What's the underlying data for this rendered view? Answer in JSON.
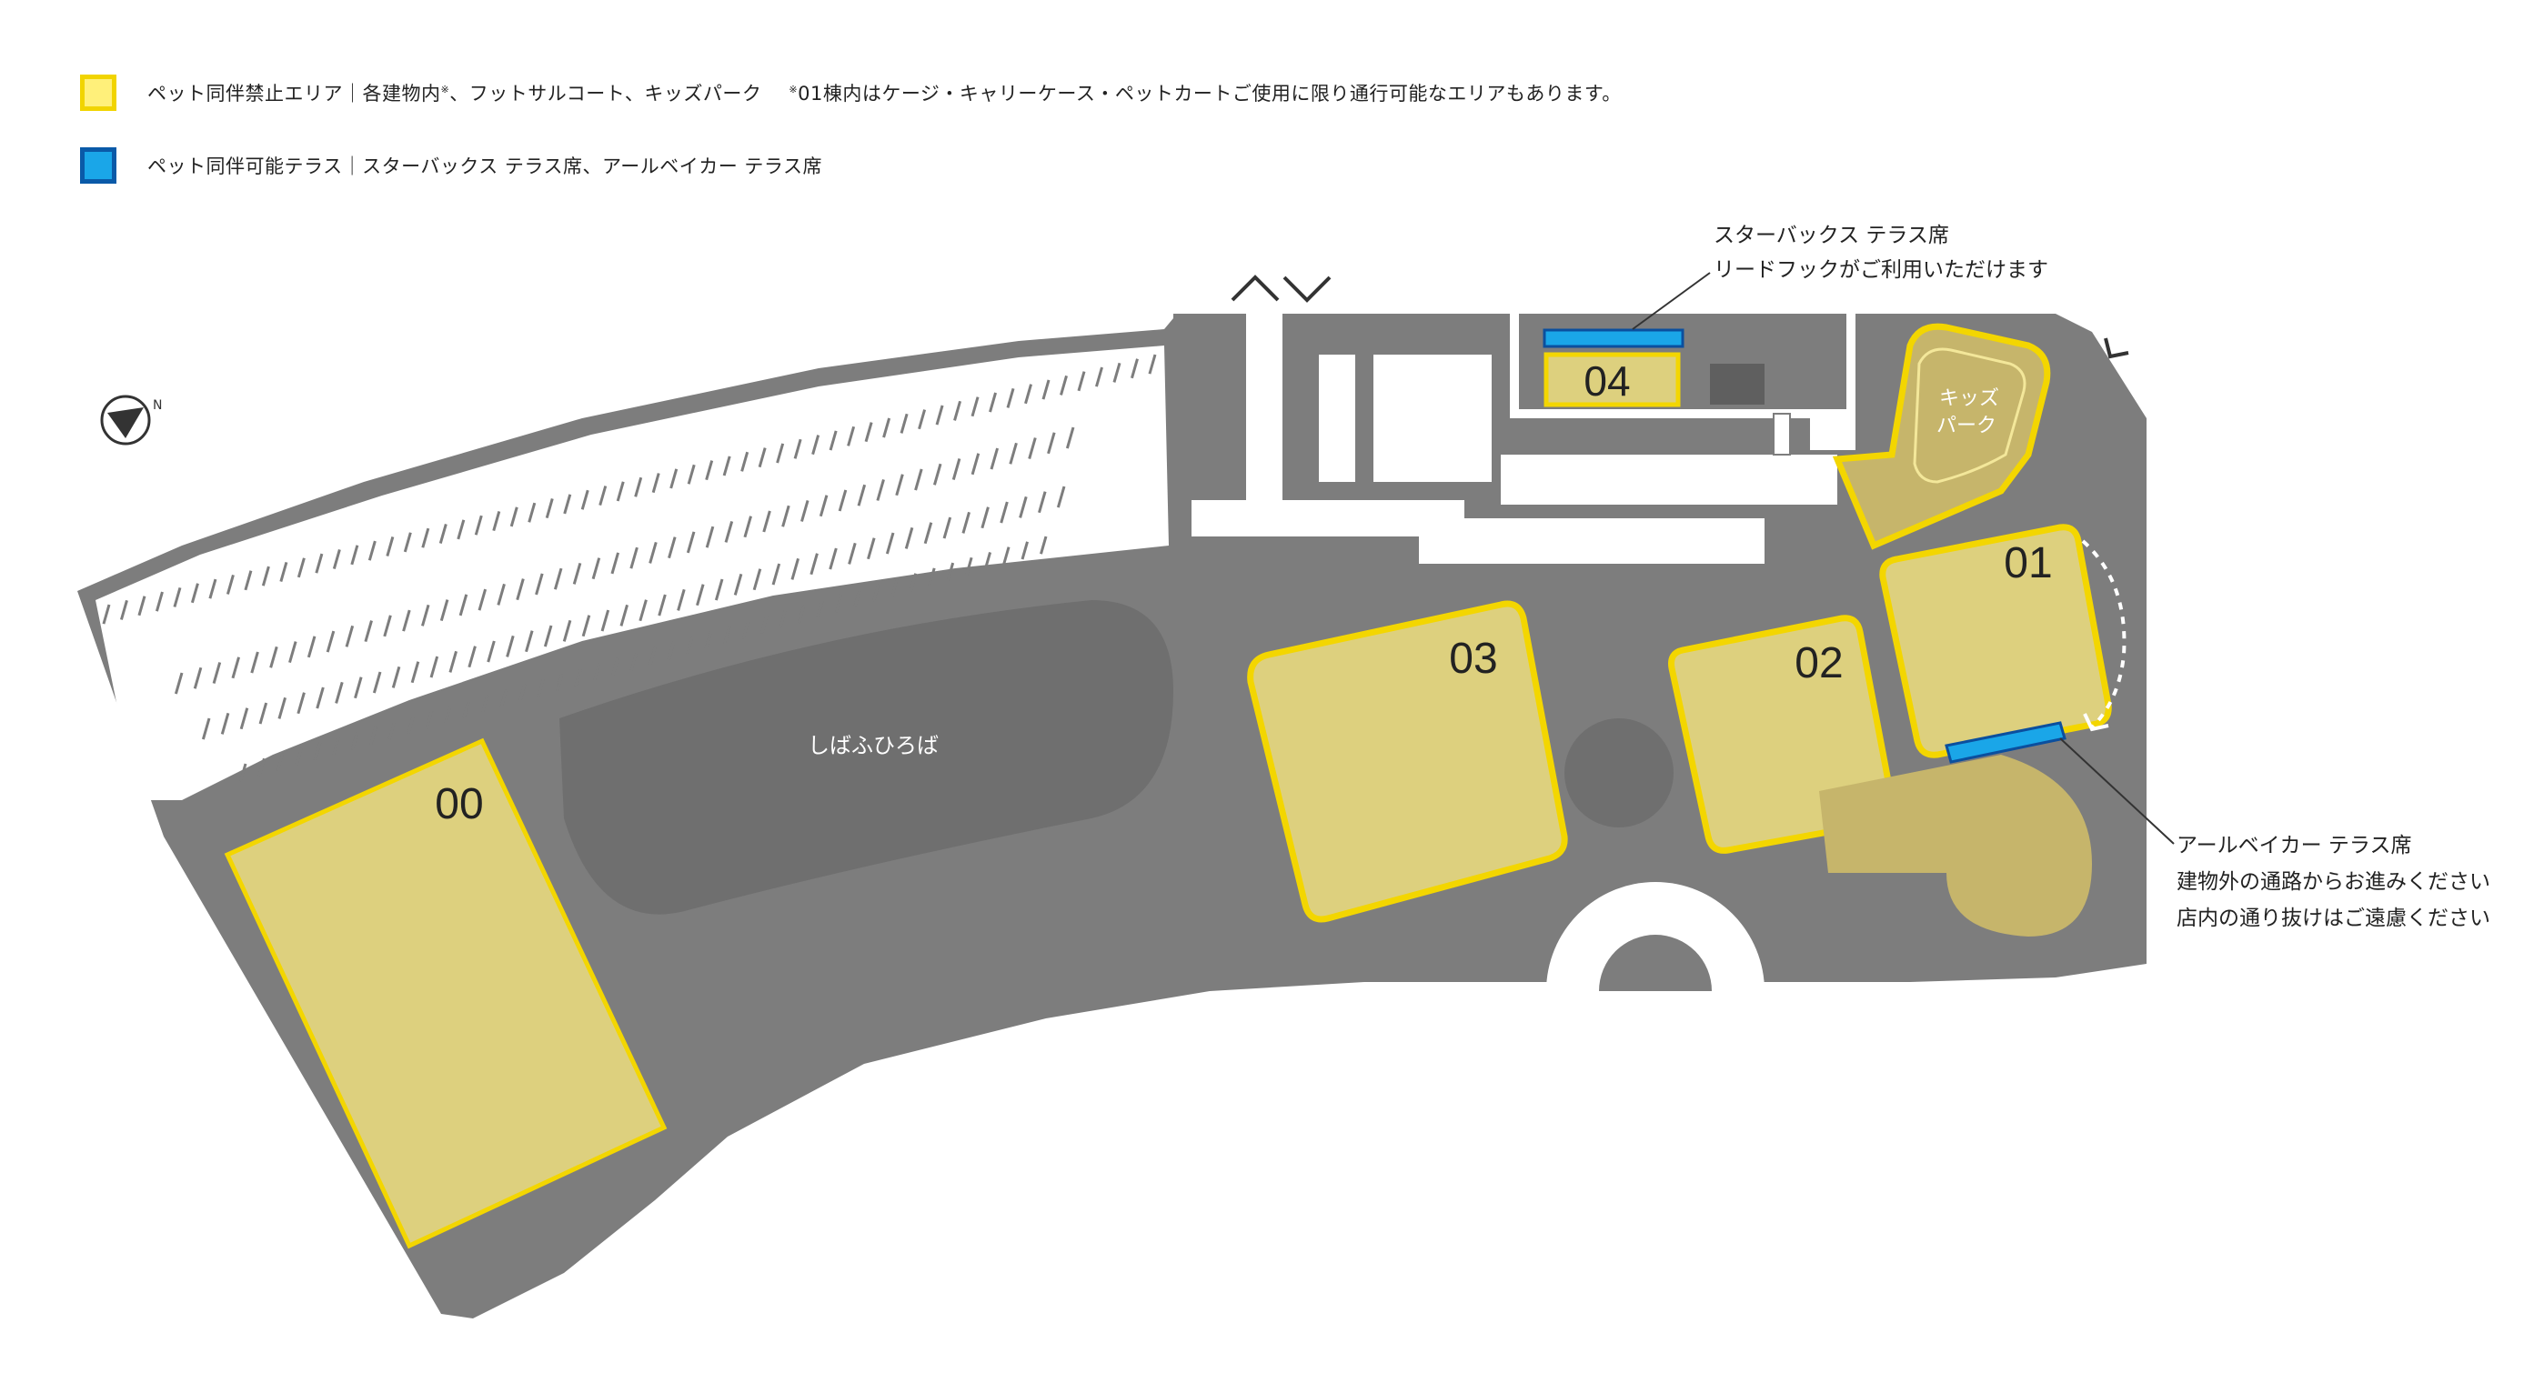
{
  "legend": {
    "no_pets": {
      "color": "#fff07a",
      "border": "#f1d400",
      "label": "ペット同伴禁止エリア｜各建物内",
      "label_rest": "、フットサルコート、キッズパーク",
      "mark": "※",
      "note": "01棟内はケージ・キャリーケース・ペットカートご使用に限り通行可能なエリアもあります。"
    },
    "pets_ok": {
      "color": "#1aa6e8",
      "border": "#0a5aa8",
      "label": "ペット同伴可能テラス｜スターバックス テラス席、アールベイカー テラス席"
    }
  },
  "buildings": {
    "b00": "00",
    "b01": "01",
    "b02": "02",
    "b03": "03",
    "b04": "04"
  },
  "areas": {
    "lawn": "しばふひろば",
    "kids_line1": "キッズ",
    "kids_line2": "パーク"
  },
  "annotations": {
    "starbucks_line1": "スターバックス テラス席",
    "starbucks_line2": "リードフックがご利用いただけます",
    "rbaker_line1": "アールベイカー テラス席",
    "rbaker_line2": "建物外の通路からお進みください",
    "rbaker_line3": "店内の通り抜けはご遠慮ください"
  },
  "compass": {
    "label": "N"
  },
  "colors": {
    "ground": "#7d7d7d",
    "building_fill": "#ddd07e",
    "building_border": "#f3d600",
    "terrace": "#1aa6e8",
    "terrace_border": "#0b4f9e",
    "parking": "#ffffff"
  }
}
